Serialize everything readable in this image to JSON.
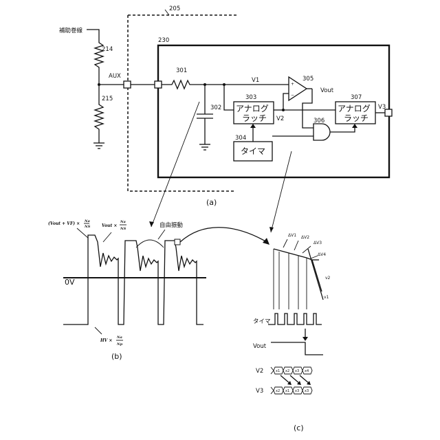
{
  "labels": {
    "aux_winding": "補助巻線",
    "n205": "205",
    "n230": "230",
    "n214": "214",
    "n215": "215",
    "aux": "AUX",
    "n301": "301",
    "n302": "302",
    "v1": "V1",
    "n303": "303",
    "n304": "304",
    "n305": "305",
    "n306": "306",
    "n307": "307",
    "vout": "Vout",
    "v2": "V2",
    "v3": "V3",
    "analog1": "アナログ",
    "latch1": "ラッチ",
    "analog2": "アナログ",
    "latch2": "ラッチ",
    "timer": "タイマ",
    "caption_a": "(a)",
    "caption_b": "(b)",
    "caption_c": "(c)"
  },
  "panel_b": {
    "formula_left_a": "(Vout + VF) ×",
    "formula_left_num": "Na",
    "formula_left_den": "NS",
    "formula_mid_a": "Vout ×",
    "formula_mid_num": "Na",
    "formula_mid_den": "NS",
    "free_oscillation": "自由振動",
    "zero_v": "0V",
    "formula_bottom_a": "HV ×",
    "formula_bottom_num": "Na",
    "formula_bottom_den": "Np"
  },
  "panel_c": {
    "dv1": "ΔV1",
    "dv2": "ΔV2",
    "dv3": "ΔV3",
    "dv4": "ΔV4",
    "v2_small": "v2",
    "v1_small": "v1",
    "timer": "タイマ",
    "vout": "Vout",
    "v2_row": "V2",
    "v3_row": "V3",
    "v2_cells": [
      "x1",
      "x2",
      "x3",
      "x4"
    ],
    "v3_cells": [
      "x2",
      "x1",
      "x3",
      "x3"
    ]
  }
}
